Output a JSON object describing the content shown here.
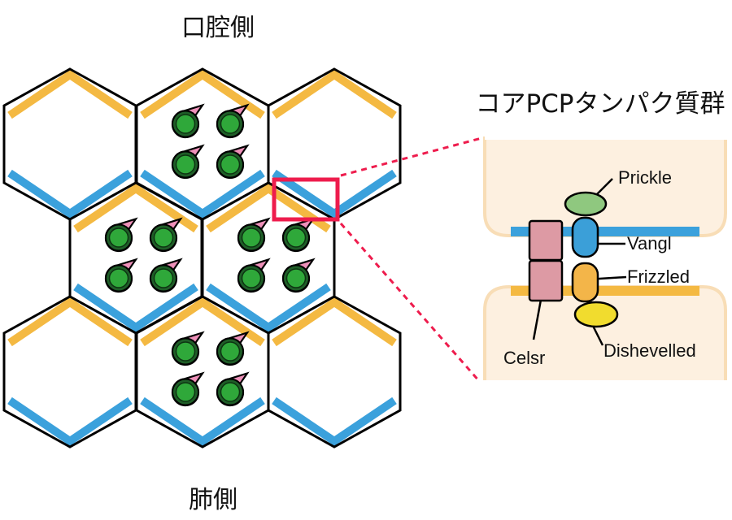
{
  "labels": {
    "oral_side": "口腔側",
    "lung_side": "肺側",
    "core_pcp_title": "コアPCPタンパク質群"
  },
  "proteins": [
    {
      "id": "prickle",
      "label": "Prickle",
      "color": "#8fc87f"
    },
    {
      "id": "vangl",
      "label": "Vangl",
      "color": "#3b9fd8"
    },
    {
      "id": "frizzled",
      "label": "Frizzled",
      "color": "#f3b549"
    },
    {
      "id": "dishevelled",
      "label": "Dishevelled",
      "color": "#f1dc2e"
    },
    {
      "id": "celsr",
      "label": "Celsr",
      "color": "#dd9aa4"
    }
  ],
  "colors": {
    "apical_edge": "#f4b942",
    "basal_edge": "#3ba1dc",
    "cell_outline": "#000000",
    "nucleus": "#2fa83a",
    "cilia_tip": "#ee90b9",
    "highlight_box": "#ee1c4d",
    "cell_fill_zoom": "#fdf0e0",
    "cell_border_zoom": "#f8ddb6"
  },
  "tissue": {
    "rows": [
      {
        "cells": [
          {
            "ciliated": false
          },
          {
            "ciliated": true
          },
          {
            "ciliated": false
          }
        ]
      },
      {
        "cells": [
          {
            "ciliated": true
          },
          {
            "ciliated": true
          }
        ]
      },
      {
        "cells": [
          {
            "ciliated": false
          },
          {
            "ciliated": true
          },
          {
            "ciliated": false
          }
        ]
      }
    ]
  }
}
